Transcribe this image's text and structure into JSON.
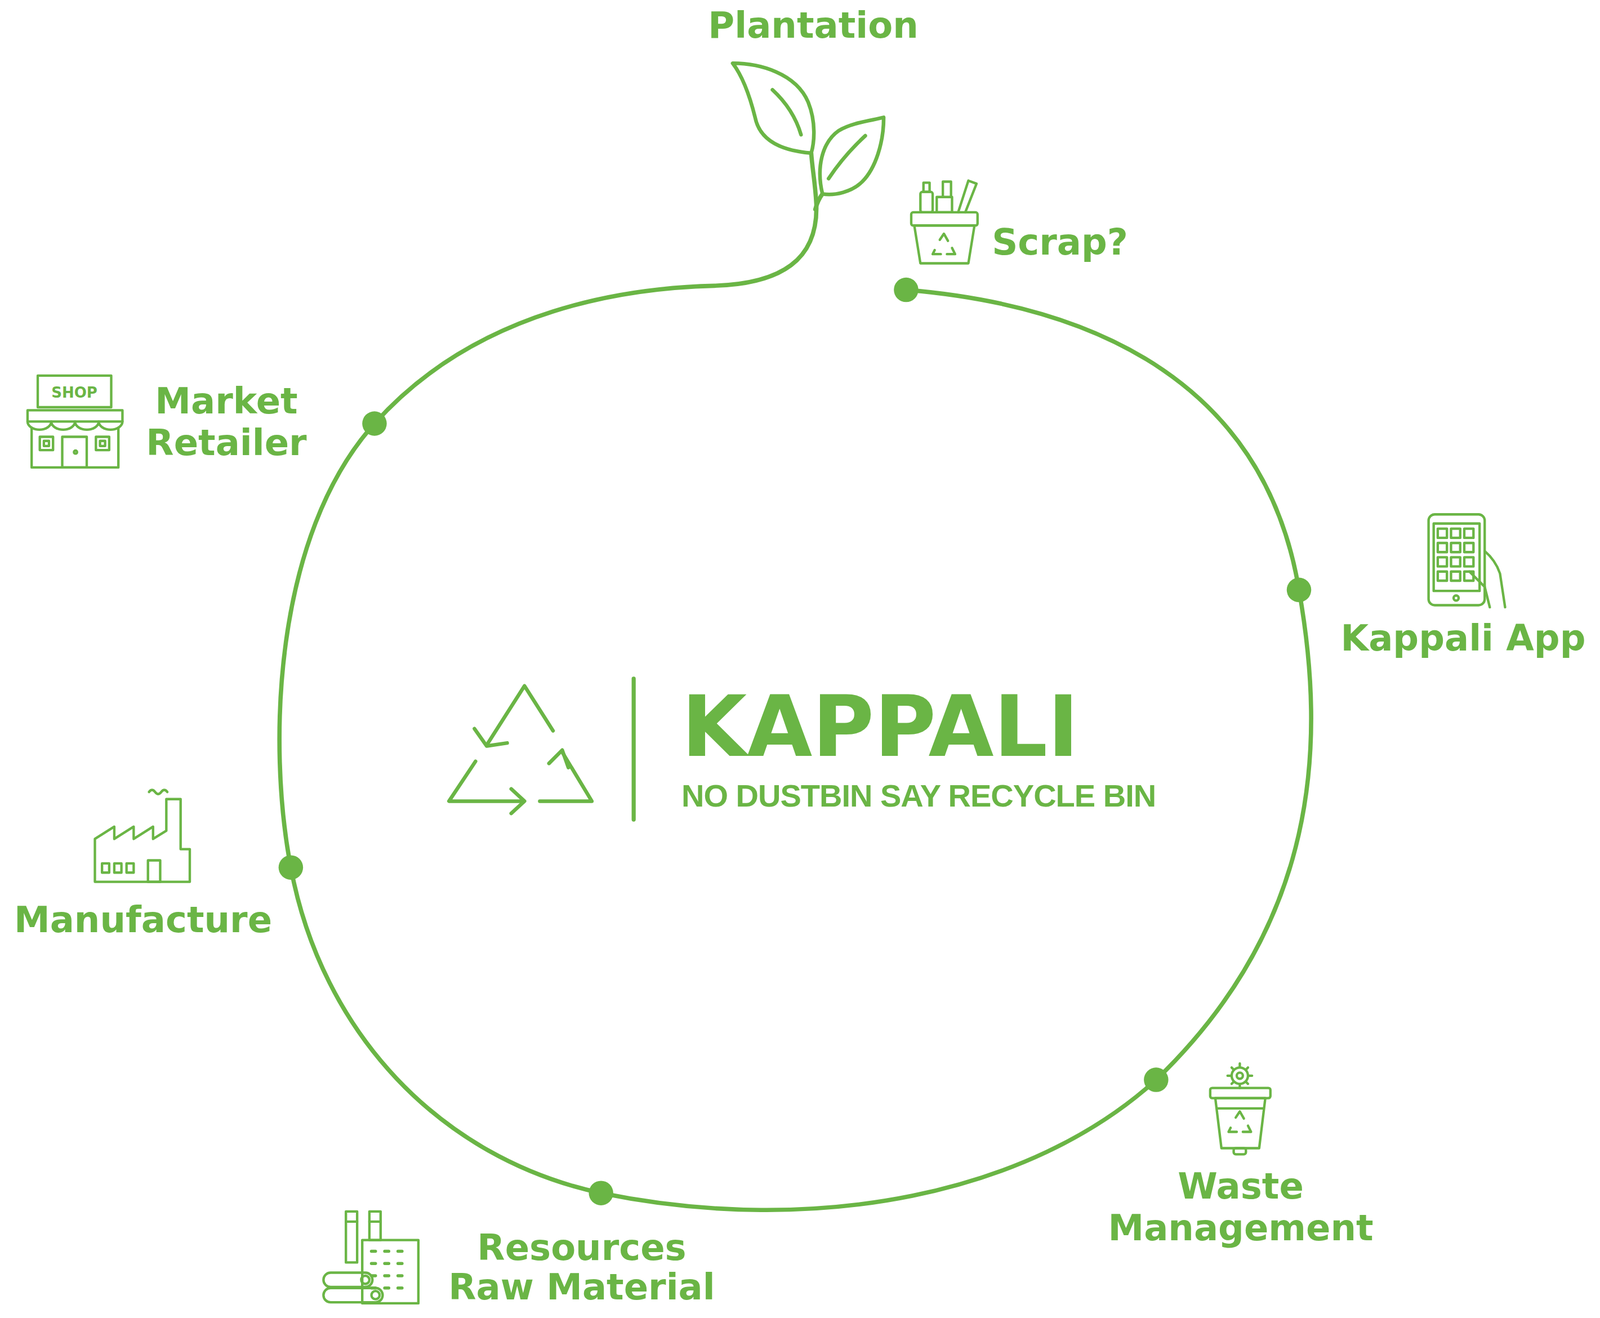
{
  "diagram": {
    "labels": [
      "Plantation",
      "Scrap?",
      "Kappali App",
      "Waste Management",
      "Resources Raw Material",
      "Manufacture",
      "Market Retailer",
      "SHOP",
      "KAPPALI",
      "NO DUSTBIN SAY RECYCLE BIN"
    ]
  }
}
